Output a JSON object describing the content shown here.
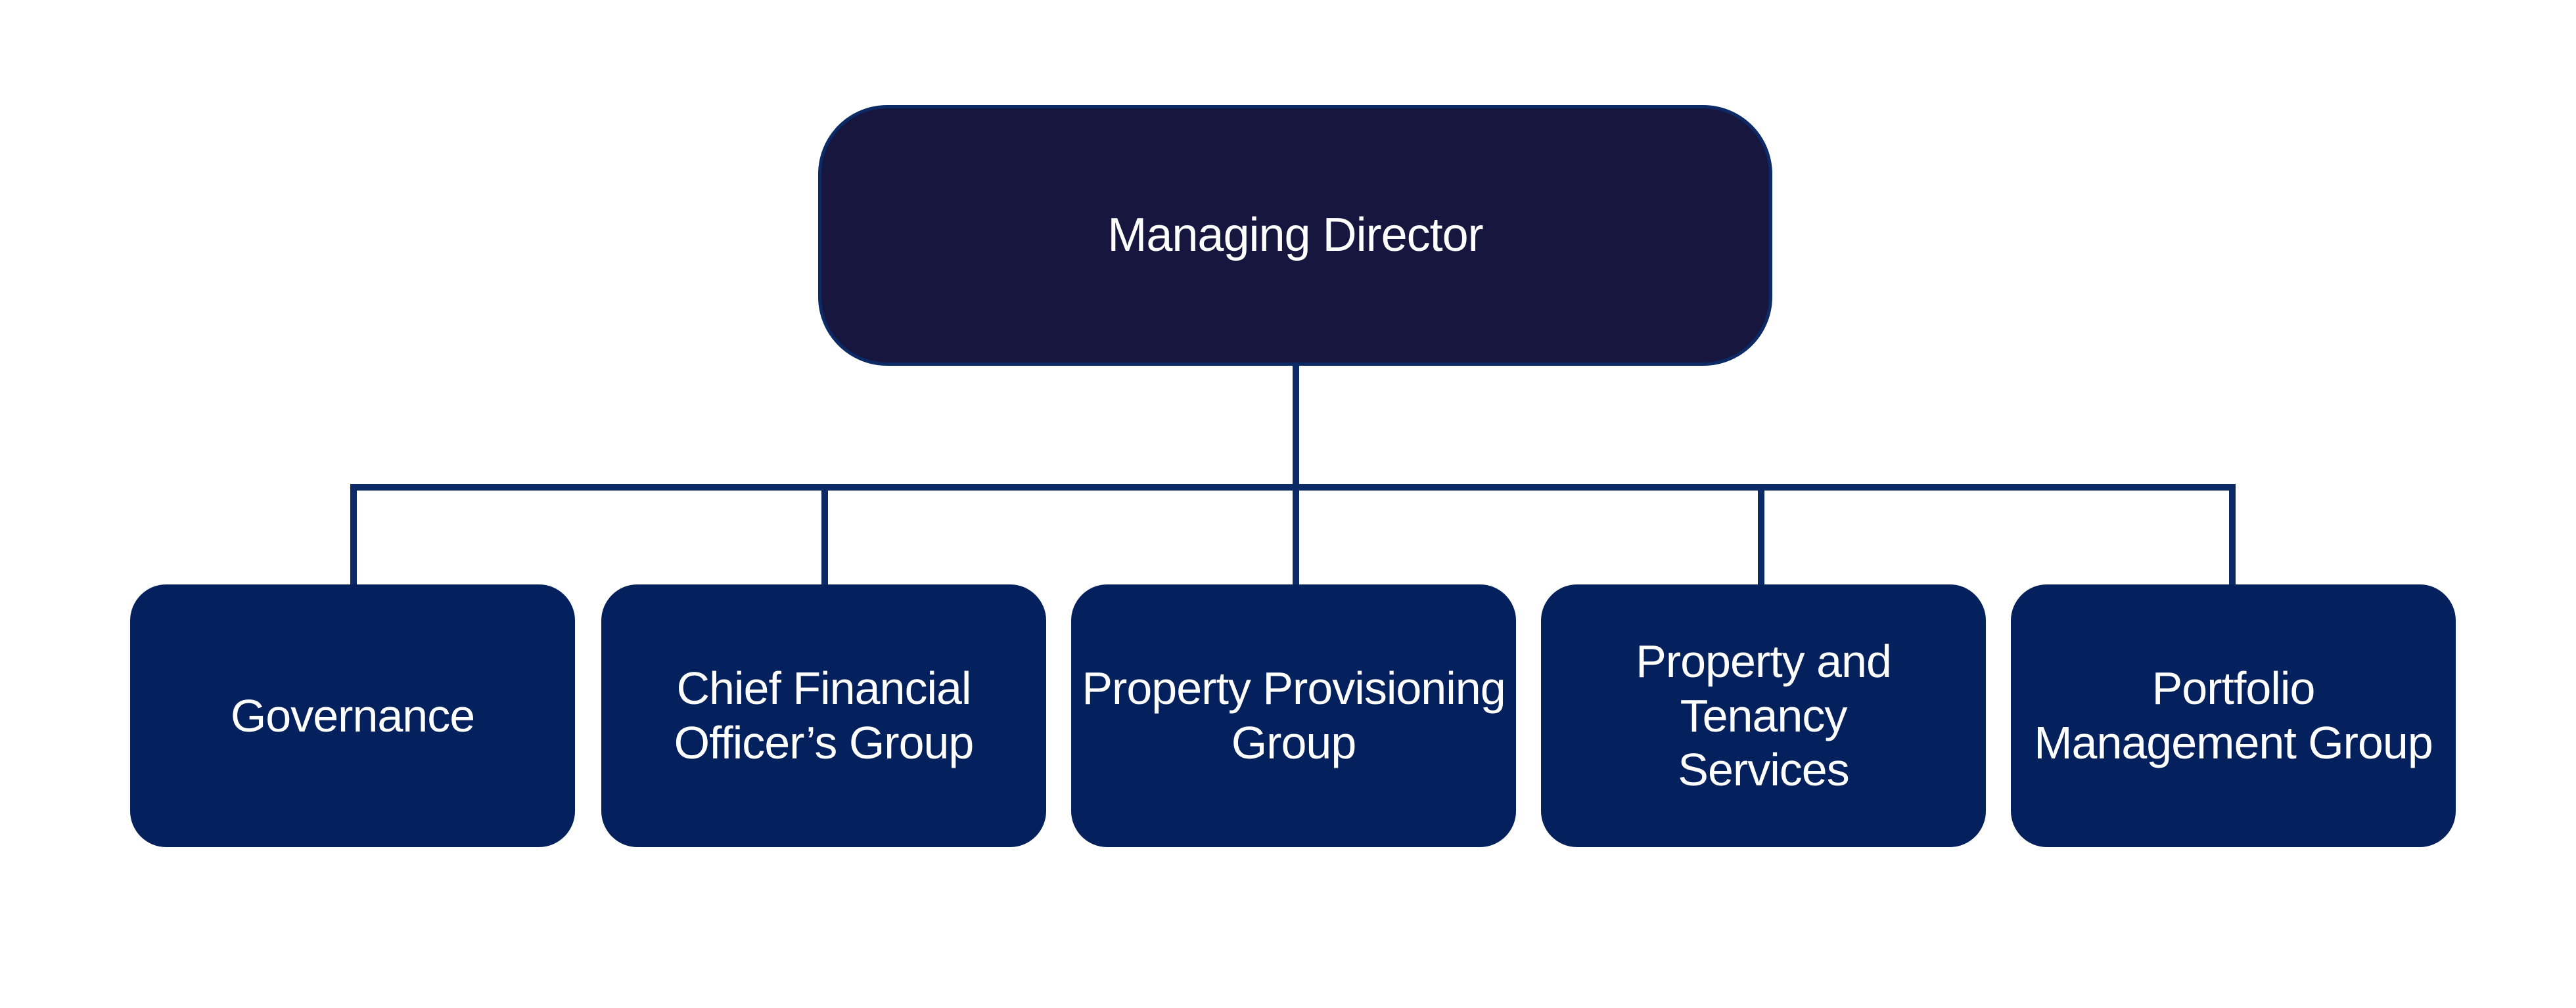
{
  "chart": {
    "root": {
      "label": "Managing Director",
      "color": "#16163f"
    },
    "children": [
      {
        "label_lines": [
          "Governance"
        ]
      },
      {
        "label_lines": [
          "Chief Financial",
          "Officer’s Group"
        ]
      },
      {
        "label_lines": [
          "Property Provisioning",
          "Group"
        ]
      },
      {
        "label_lines": [
          "Property and Tenancy",
          "Services"
        ]
      },
      {
        "label_lines": [
          "Portfolio",
          "Management Group"
        ]
      }
    ],
    "child_color": "#04205d",
    "connector_color": "#0c2a66"
  }
}
